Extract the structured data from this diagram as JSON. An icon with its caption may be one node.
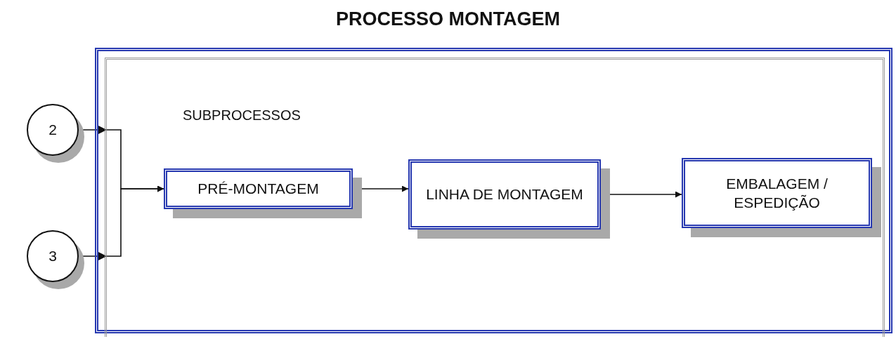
{
  "diagram": {
    "title": "PROCESSO MONTAGEM",
    "nodes": [
      {
        "text": [
          "SUBPROCESSOS"
        ]
      },
      {
        "text": [
          "2"
        ]
      },
      {
        "text": [
          "3"
        ]
      },
      {
        "text": [
          "PRÉ-MONTAGEM"
        ],
        "in": 0
      },
      {
        "text": [
          "LINHA DE MONTAGEM"
        ],
        "in": 0
      },
      {
        "text": [
          "EMBALAGEM / ESPEDIÇÃO"
        ],
        "in": 0
      }
    ],
    "edges": [
      {
        "from": 1,
        "to": 3,
        "arrow": "to"
      },
      {
        "from": 2,
        "to": 3,
        "arrow": "to"
      },
      {
        "from": 3,
        "to": 4,
        "arrow": "to"
      },
      {
        "from": 4,
        "to": 5,
        "arrow": "to"
      }
    ]
  }
}
